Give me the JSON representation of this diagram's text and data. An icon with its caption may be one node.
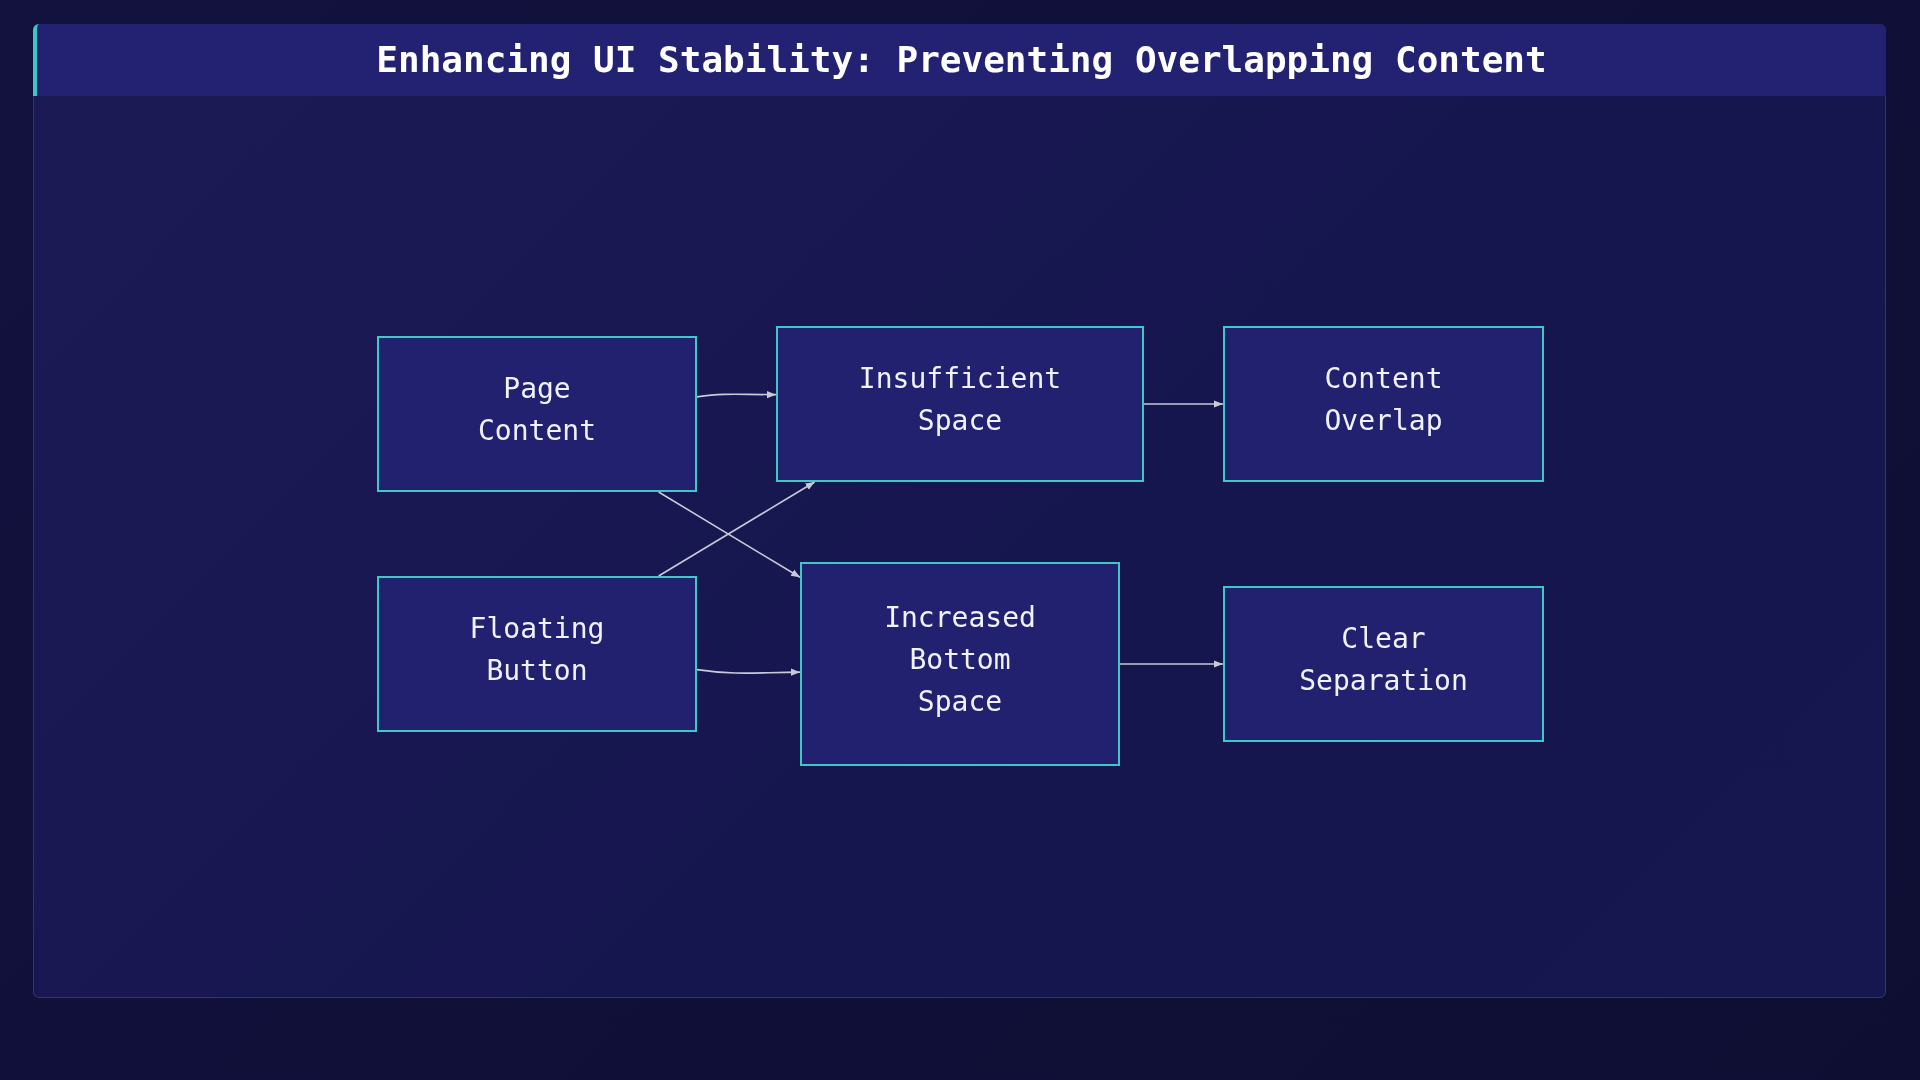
{
  "diagram": {
    "title": "Enhancing UI Stability: Preventing Overlapping Content",
    "nodes": [
      {
        "text": [
          "Page Content"
        ]
      },
      {
        "text": [
          "Insufficient Space"
        ]
      },
      {
        "text": [
          "Content Overlap"
        ]
      },
      {
        "text": [
          "Floating Button"
        ]
      },
      {
        "text": [
          "Increased Bottom Space"
        ]
      },
      {
        "text": [
          "Clear Separation"
        ]
      }
    ],
    "edges": [
      {
        "from": 0,
        "to": 1,
        "arrow": "to"
      },
      {
        "from": 0,
        "to": 4,
        "arrow": "to"
      },
      {
        "from": 3,
        "to": 1,
        "arrow": "to"
      },
      {
        "from": 3,
        "to": 4,
        "arrow": "to"
      },
      {
        "from": 1,
        "to": 2,
        "arrow": "to"
      },
      {
        "from": 4,
        "to": 5,
        "arrow": "to"
      }
    ]
  }
}
